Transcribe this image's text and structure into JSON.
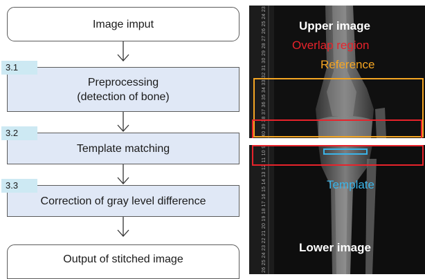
{
  "flowchart": {
    "steps": [
      {
        "label": "Image imput"
      },
      {
        "number": "3.1",
        "label": "Preprocessing",
        "sublabel": "(detection of bone)"
      },
      {
        "number": "3.2",
        "label": "Template matching"
      },
      {
        "number": "3.3",
        "label": "Correction of gray level difference"
      },
      {
        "label": "Output of stitched image"
      }
    ]
  },
  "upper_image": {
    "title": "Upper image",
    "overlap_label": "Overlap region",
    "reference_label": "Reference",
    "ruler_text": "40 39 38 37 36 35 34 33 32 31 30 29 28 27 26 25 24 23"
  },
  "lower_image": {
    "template_label": "Template",
    "title": "Lower image",
    "ruler_text": "26 25 24 23 22 21 20 19 18 17 16 15 14 13 12 11 10 9 8"
  },
  "colors": {
    "overlap": "#e8232b",
    "reference": "#f5a623",
    "template": "#3ab4e8",
    "step_fill": "#e0e8f6",
    "tag_fill": "#cde9f3"
  }
}
